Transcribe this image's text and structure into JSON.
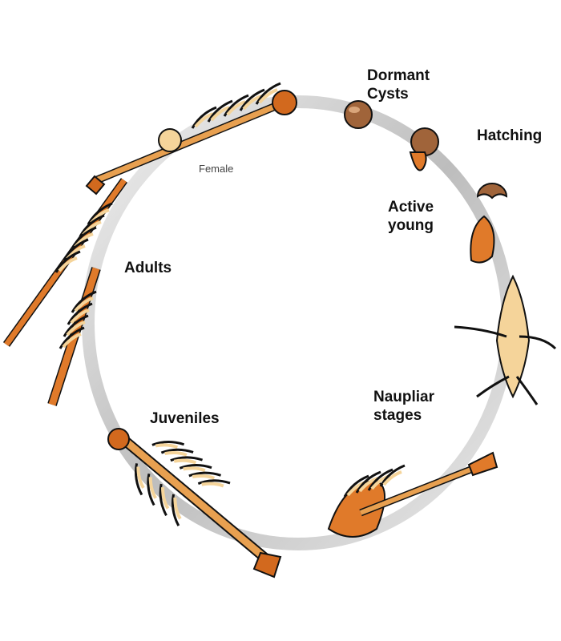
{
  "title": "Brine shrimp life cycle",
  "labels": {
    "dormant_cysts": [
      "Dormant",
      "Cysts"
    ],
    "hatching": "Hatching",
    "active_young": [
      "Active",
      "young"
    ],
    "naupliar_stages": [
      "Naupliar",
      "stages"
    ],
    "juveniles": "Juveniles",
    "adults": "Adults",
    "female": "Female"
  },
  "colors": {
    "body": "#d2691e",
    "light": "#f5d49a",
    "ring": "#cfcfcf",
    "cyst": "#a0643a",
    "ink": "#111111"
  }
}
